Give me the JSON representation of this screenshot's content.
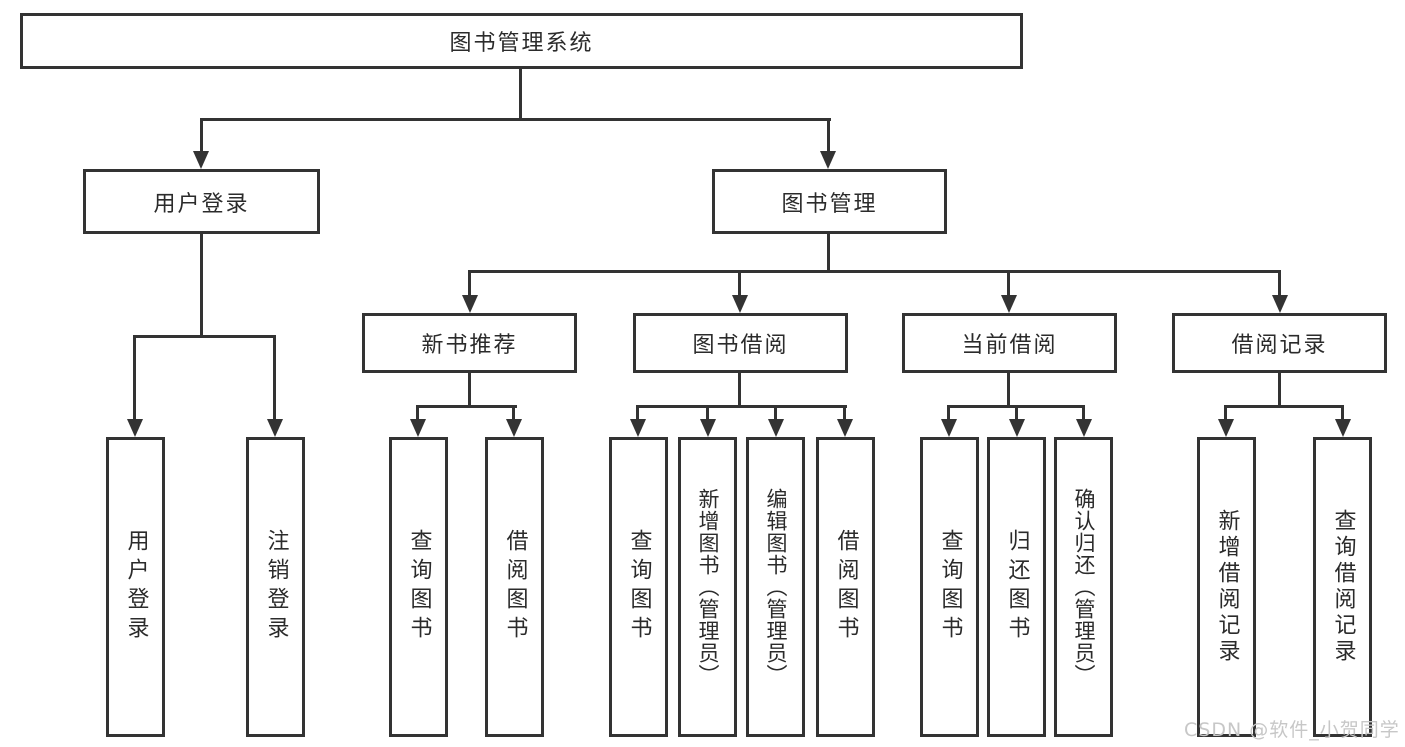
{
  "diagram_type": "functional-structure-tree",
  "colors": {
    "line": "#333333",
    "box_border": "#333333",
    "box_background": "#ffffff",
    "text": "#2b2b2b",
    "watermark": "#c7c7c7"
  },
  "tree": {
    "root": {
      "label": "图书管理系统",
      "children": [
        {
          "label": "用户登录",
          "children": [
            {
              "label": "用户登录"
            },
            {
              "label": "注销登录"
            }
          ]
        },
        {
          "label": "图书管理",
          "children": [
            {
              "label": "新书推荐",
              "children": [
                {
                  "label": "查询图书"
                },
                {
                  "label": "借阅图书"
                }
              ]
            },
            {
              "label": "图书借阅",
              "children": [
                {
                  "label": "查询图书"
                },
                {
                  "label": "新增图书（管理员）"
                },
                {
                  "label": "编辑图书（管理员）"
                },
                {
                  "label": "借阅图书"
                }
              ]
            },
            {
              "label": "当前借阅",
              "children": [
                {
                  "label": "查询图书"
                },
                {
                  "label": "归还图书"
                },
                {
                  "label": "确认归还（管理员）"
                }
              ]
            },
            {
              "label": "借阅记录",
              "children": [
                {
                  "label": "新增借阅记录"
                },
                {
                  "label": "查询借阅记录"
                }
              ]
            }
          ]
        }
      ]
    }
  },
  "watermark": {
    "text": "CSDN @软件_小贺同学"
  }
}
